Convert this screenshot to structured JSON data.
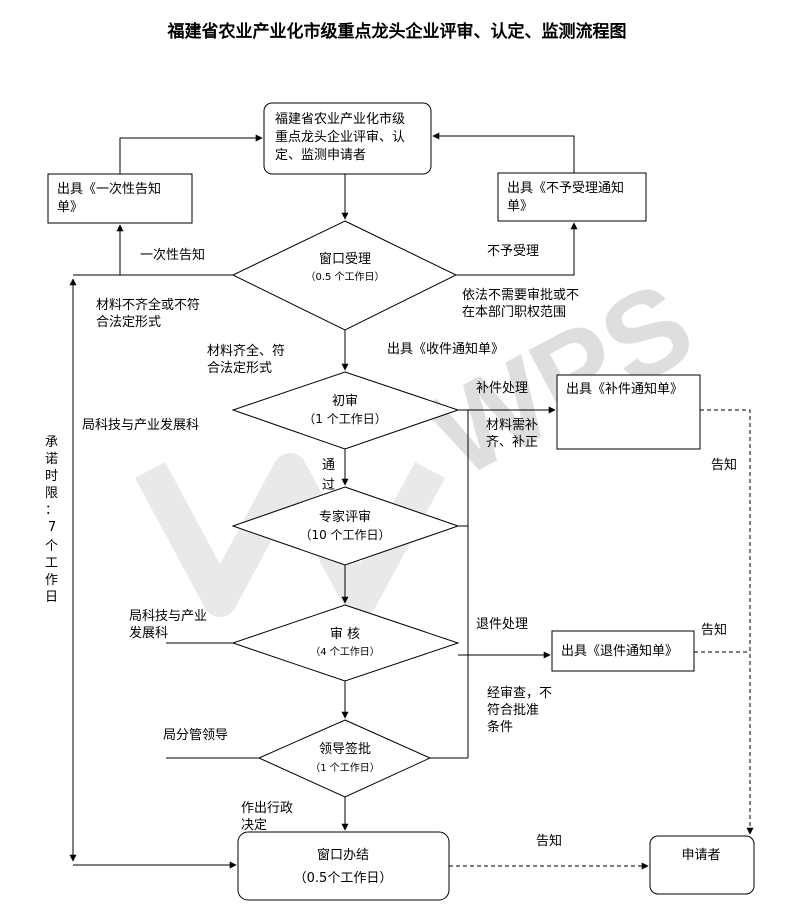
{
  "title": "福建省农业产业化市级重点龙头企业评审、认定、监测流程图",
  "nodes": {
    "applicant_top": [
      "福建省农业产业化市级",
      "重点龙头企业评审、认",
      "定、监测申请者"
    ],
    "notice_once": [
      "出具《一次性告知",
      "单》"
    ],
    "notice_reject": [
      "出具《不予受理通知",
      "单》"
    ],
    "window_accept": "窗口受理",
    "window_accept_time": "（0.5 个工作日）",
    "first_review": "初审",
    "first_review_time": "（1 个工作日）",
    "expert_review": "专家评审",
    "expert_review_time": "（10 个工作日）",
    "audit": "审  核",
    "audit_time": "（4 个工作日）",
    "leader_sign": "领导签批",
    "leader_sign_time": "（1 个工作日）",
    "supplement_notice": "出具《补件通知单》",
    "return_notice": "出具《退件通知单》",
    "window_finish": "窗口办结",
    "window_finish_time": "（0.5个工作日）",
    "applicant_bottom": "申请者"
  },
  "labels": {
    "once_inform": "一次性告知",
    "not_accept": "不予受理",
    "materials_incomplete": [
      "材料不齐全或不符",
      "合法定形式"
    ],
    "not_required": [
      "依法不需要审批或不",
      "在本部门职权范围"
    ],
    "materials_complete": [
      "材料齐全、符",
      "合法定形式"
    ],
    "receipt_notice": "出具《收件通知单》",
    "supplement_process": "补件处理",
    "need_supplement": [
      "材料需补",
      "齐、补正"
    ],
    "dept_science_1": "局科技与产业发展科",
    "passed": [
      "通",
      "过"
    ],
    "inform_1": "告知",
    "return_process": "退件处理",
    "inform_2": "告知",
    "dept_science_2": [
      "局科技与产业",
      "发展科"
    ],
    "not_meet": [
      "经审查，不",
      "符合批准",
      "条件"
    ],
    "leader_in_charge": "局分管领导",
    "make_decision": [
      "作出行政",
      "决定"
    ],
    "inform_3": "告知",
    "promise_time": [
      "承",
      "诺",
      "时",
      "限",
      "：",
      "7",
      "个",
      "工",
      "作",
      "日"
    ]
  },
  "watermark": "WPS"
}
